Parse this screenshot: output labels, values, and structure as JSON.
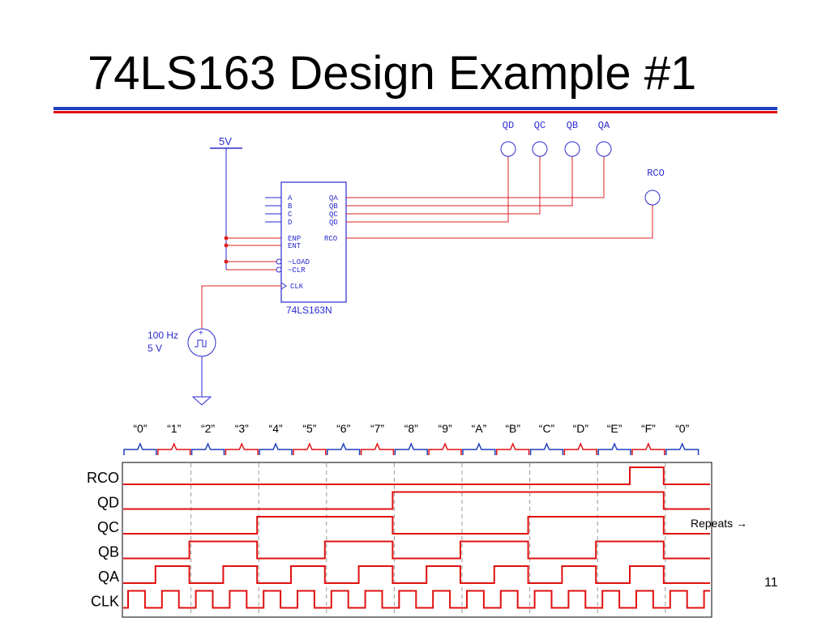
{
  "slide": {
    "title": "74LS163 Design Example #1",
    "page_number": "11",
    "accent_blue": "#1f3fbf",
    "accent_red": "#e01010"
  },
  "schematic": {
    "supply_label": "5V",
    "chip_part": "74LS163N",
    "chip_pins_left": [
      "A",
      "B",
      "C",
      "D",
      "ENP",
      "ENT",
      "~LOAD",
      "~CLR",
      "CLK"
    ],
    "chip_pins_right": [
      "QA",
      "QB",
      "QC",
      "QD",
      "RCO"
    ],
    "probes": [
      "QD",
      "QC",
      "QB",
      "QA"
    ],
    "rco_probe": "RCO",
    "source_freq": "100 Hz",
    "source_volt": "5 V",
    "source_plus": "+",
    "wire_color": "#e02020",
    "component_color": "#2a2ad0"
  },
  "timing": {
    "count_labels": [
      "“0”",
      "“1”",
      "“2”",
      "“3”",
      "“4”",
      "“5”",
      "“6”",
      "“7”",
      "“8”",
      "“9”",
      "“A”",
      "“B”",
      "“C”",
      "“D”",
      "“E”",
      "“F”",
      "“0”"
    ],
    "signals": [
      "RCO",
      "QD",
      "QC",
      "QB",
      "QA",
      "CLK"
    ],
    "repeats_note": "Repeats →",
    "waveform_color": "#e01010",
    "bracket_even_color": "#1f3fbf",
    "bracket_odd_color": "#e01010"
  }
}
